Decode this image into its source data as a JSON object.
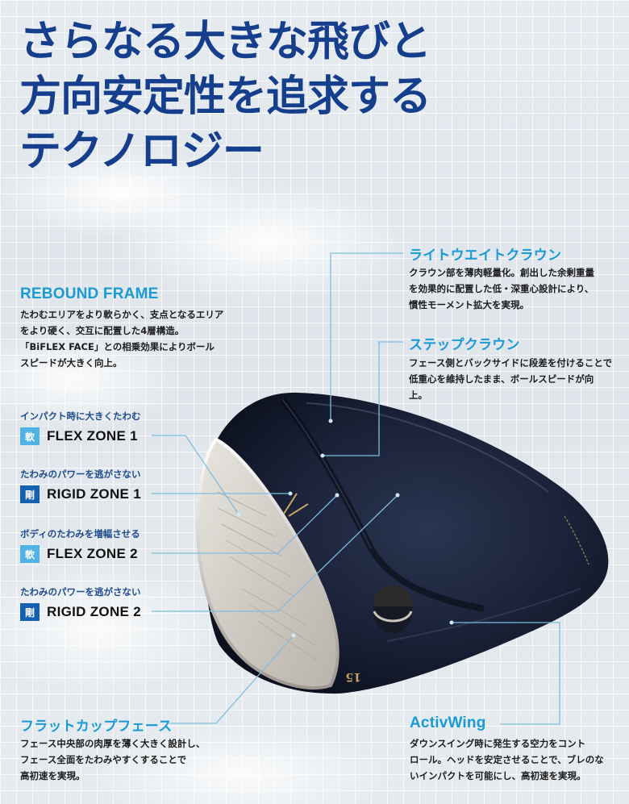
{
  "title": {
    "lines": [
      "さらなる大きな飛びと",
      "方向安定性を追求する",
      "テクノロジー"
    ],
    "color": "#153e8c"
  },
  "colors": {
    "heading": "#1a9ad6",
    "soft_badge": "#4fb3e6",
    "rigid_badge": "#1660b2",
    "connector": "#7fbde0",
    "head_dark": "#121a2e",
    "face_silver": "#d8d4cf"
  },
  "rebound_frame": {
    "heading": "REBOUND FRAME",
    "lines": [
      "たわむエリアをより軟らかく、支点となるエリア",
      "をより硬く、交互に配置した4層構造。",
      "「BiFLEX FACE」との相乗効果によりボール",
      "スピードが大きく向上。"
    ]
  },
  "zones": [
    {
      "caption": "インパクト時に大きくたわむ",
      "badge": "軟",
      "badge_type": "soft",
      "label": "FLEX ZONE 1"
    },
    {
      "caption": "たわみのパワーを逃がさない",
      "badge": "剛",
      "badge_type": "rigid",
      "label": "RIGID ZONE 1"
    },
    {
      "caption": "ボディのたわみを増幅させる",
      "badge": "軟",
      "badge_type": "soft",
      "label": "FLEX ZONE 2"
    },
    {
      "caption": "たわみのパワーを逃がさない",
      "badge": "剛",
      "badge_type": "rigid",
      "label": "RIGID ZONE 2"
    }
  ],
  "light_crown": {
    "heading": "ライトウエイトクラウン",
    "lines": [
      "クラウン部を薄肉軽量化。創出した余剰重量",
      "を効果的に配置した低・深重心設計により、",
      "慣性モーメント拡大を実現。"
    ]
  },
  "step_crown": {
    "heading": "ステップクラウン",
    "lines": [
      "フェース側とバックサイドに段差を付けることで",
      "低重心を維持したまま、ボールスピードが向",
      "上。"
    ]
  },
  "flat_cup_face": {
    "heading": "フラットカップフェース",
    "lines": [
      "フェース中央部の肉厚を薄く大きく設計し、",
      "フェース全面をたわみやすくすることで",
      "高初速を実現。"
    ]
  },
  "activwing": {
    "heading": "ActivWing",
    "lines": [
      "ダウンスイング時に発生する空力をコント",
      "ロール。ヘッドを安定させることで、ブレのな",
      "いインパクトを可能にし、高初速を実現。"
    ]
  },
  "head_markings": {
    "loft": "15"
  }
}
